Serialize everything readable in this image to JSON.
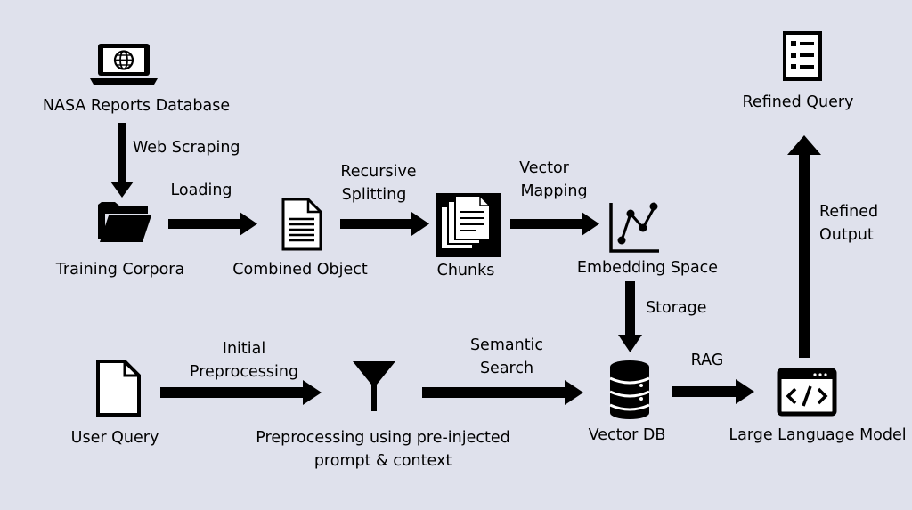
{
  "nodes": {
    "nasa": {
      "label": "NASA Reports Database",
      "icon": "laptop-globe-icon"
    },
    "training": {
      "label": "Training Corpora",
      "icon": "folder-icon"
    },
    "combined": {
      "label": "Combined Object",
      "icon": "document-icon"
    },
    "chunks": {
      "label": "Chunks",
      "icon": "stacked-documents-icon"
    },
    "embedding": {
      "label": "Embedding Space",
      "icon": "line-chart-icon"
    },
    "refined_query": {
      "label": "Refined Query",
      "icon": "checklist-icon"
    },
    "user_query": {
      "label": "User Query",
      "icon": "blank-page-icon"
    },
    "preprocess": {
      "label_1": "Preprocessing using pre-injected",
      "label_2": "prompt & context",
      "icon": "funnel-icon"
    },
    "vector_db": {
      "label": "Vector DB",
      "icon": "database-icon"
    },
    "llm": {
      "label": "Large Language Model",
      "icon": "code-window-icon"
    }
  },
  "edges": {
    "web_scraping": "Web Scraping",
    "loading": "Loading",
    "recursive_splitting": [
      "Recursive",
      "Splitting"
    ],
    "vector_mapping": [
      "Vector",
      "Mapping"
    ],
    "storage": "Storage",
    "initial_preprocessing": [
      "Initial",
      "Preprocessing"
    ],
    "semantic_search": [
      "Semantic",
      "Search"
    ],
    "rag": "RAG",
    "refined_output": [
      "Refined",
      "Output"
    ]
  }
}
